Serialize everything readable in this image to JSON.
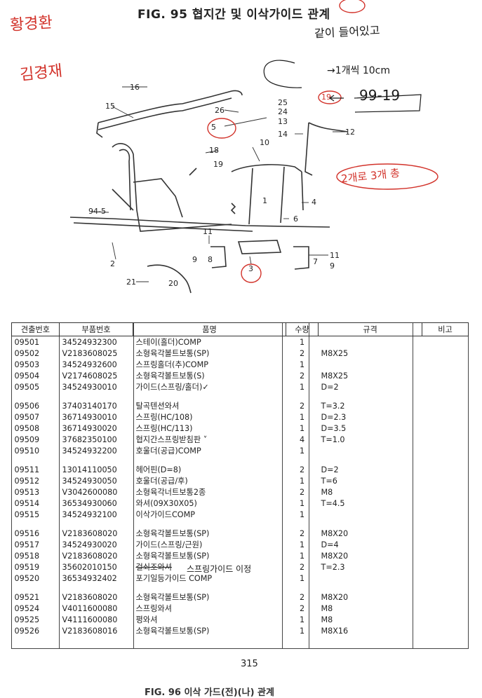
{
  "title": "FIG. 95 협지간 및 이삭가이드 관계",
  "handwriting": {
    "left_top": "황경환",
    "left_mid": "김경재",
    "note_1": "같이 들어있고",
    "note_2": "→1개씩 10cm",
    "note_3": "99-19",
    "note_4": "2개로 3개 총",
    "circle_19": "19",
    "note_row": "스프링가이드 이정"
  },
  "callouts": [
    "16",
    "15",
    "26",
    "25",
    "24",
    "5",
    "13",
    "14",
    "12",
    "18",
    "19",
    "10",
    "94-5",
    "4",
    "6",
    "1",
    "11",
    "11",
    "9",
    "8",
    "3",
    "7",
    "9",
    "2",
    "21",
    "20"
  ],
  "table": {
    "headers": [
      "견출번호",
      "부품번호",
      "품명",
      "수량",
      "규격",
      "비고"
    ],
    "rows": [
      {
        "no": "09501",
        "part": "34524932300",
        "name": "스테이(홀더)COMP",
        "qty": "1",
        "spec": ""
      },
      {
        "no": "09502",
        "part": "V2183608025",
        "name": "소형육각볼트보통(SP)",
        "qty": "2",
        "spec": "M8X25"
      },
      {
        "no": "09503",
        "part": "34524932600",
        "name": "스프링홀더(추)COMP",
        "qty": "1",
        "spec": ""
      },
      {
        "no": "09504",
        "part": "V2174608025",
        "name": "소형육각볼트보통(S)",
        "qty": "2",
        "spec": "M8X25"
      },
      {
        "no": "09505",
        "part": "34524930010",
        "name": "가이드(스프링/홀더)✓",
        "qty": "1",
        "spec": "D=2"
      },
      {
        "gap": true
      },
      {
        "no": "09506",
        "part": "37403140170",
        "name": "탈곡텐션와셔",
        "qty": "2",
        "spec": "T=3.2"
      },
      {
        "no": "09507",
        "part": "36714930010",
        "name": "스프링(HC/108)",
        "qty": "1",
        "spec": "D=2.3"
      },
      {
        "no": "09508",
        "part": "36714930020",
        "name": "스프링(HC/113)",
        "qty": "1",
        "spec": "D=3.5"
      },
      {
        "no": "09509",
        "part": "37682350100",
        "name": "협지간스프링받침판 ˅",
        "qty": "4",
        "spec": "T=1.0"
      },
      {
        "no": "09510",
        "part": "34524932200",
        "name": "호울더(공급)COMP",
        "qty": "1",
        "spec": ""
      },
      {
        "gap": true
      },
      {
        "no": "09511",
        "part": "13014110050",
        "name": "헤어핀(D=8)",
        "qty": "2",
        "spec": "D=2"
      },
      {
        "no": "09512",
        "part": "34524930050",
        "name": "호울더(공급/후)",
        "qty": "1",
        "spec": "T=6"
      },
      {
        "no": "09513",
        "part": "V3042600080",
        "name": "소형육각너트보통2종",
        "qty": "2",
        "spec": "M8"
      },
      {
        "no": "09514",
        "part": "36534930060",
        "name": "와셔(09X30X05)",
        "qty": "1",
        "spec": "T=4.5"
      },
      {
        "no": "09515",
        "part": "34524932100",
        "name": "이삭가이드COMP",
        "qty": "1",
        "spec": ""
      },
      {
        "gap": true
      },
      {
        "no": "09516",
        "part": "V2183608020",
        "name": "소형육각볼트보통(SP)",
        "qty": "2",
        "spec": "M8X20"
      },
      {
        "no": "09517",
        "part": "34524930020",
        "name": "가이드(스프링/근원)",
        "qty": "1",
        "spec": "D=4"
      },
      {
        "no": "09518",
        "part": "V2183608020",
        "name": "소형육각볼트보통(SP)",
        "qty": "1",
        "spec": "M8X20"
      },
      {
        "no": "09519",
        "part": "35602010150",
        "name": "걸쇠조와셔",
        "qty": "2",
        "spec": "T=2.3",
        "strike": true
      },
      {
        "no": "09520",
        "part": "36534932402",
        "name": "포기일등가이드 COMP",
        "qty": "1",
        "spec": ""
      },
      {
        "gap": true
      },
      {
        "no": "09521",
        "part": "V2183608020",
        "name": "소형육각볼트보통(SP)",
        "qty": "2",
        "spec": "M8X20"
      },
      {
        "no": "09524",
        "part": "V4011600080",
        "name": "스프링와셔",
        "qty": "2",
        "spec": "M8"
      },
      {
        "no": "09525",
        "part": "V4111600080",
        "name": "평와셔",
        "qty": "1",
        "spec": "M8"
      },
      {
        "no": "09526",
        "part": "V2183608016",
        "name": "소형육각볼트보통(SP)",
        "qty": "1",
        "spec": "M8X16"
      }
    ]
  },
  "page_number": "315",
  "next_title_cut": "FIG. 96 이삭 가드(전)(나) 관계"
}
